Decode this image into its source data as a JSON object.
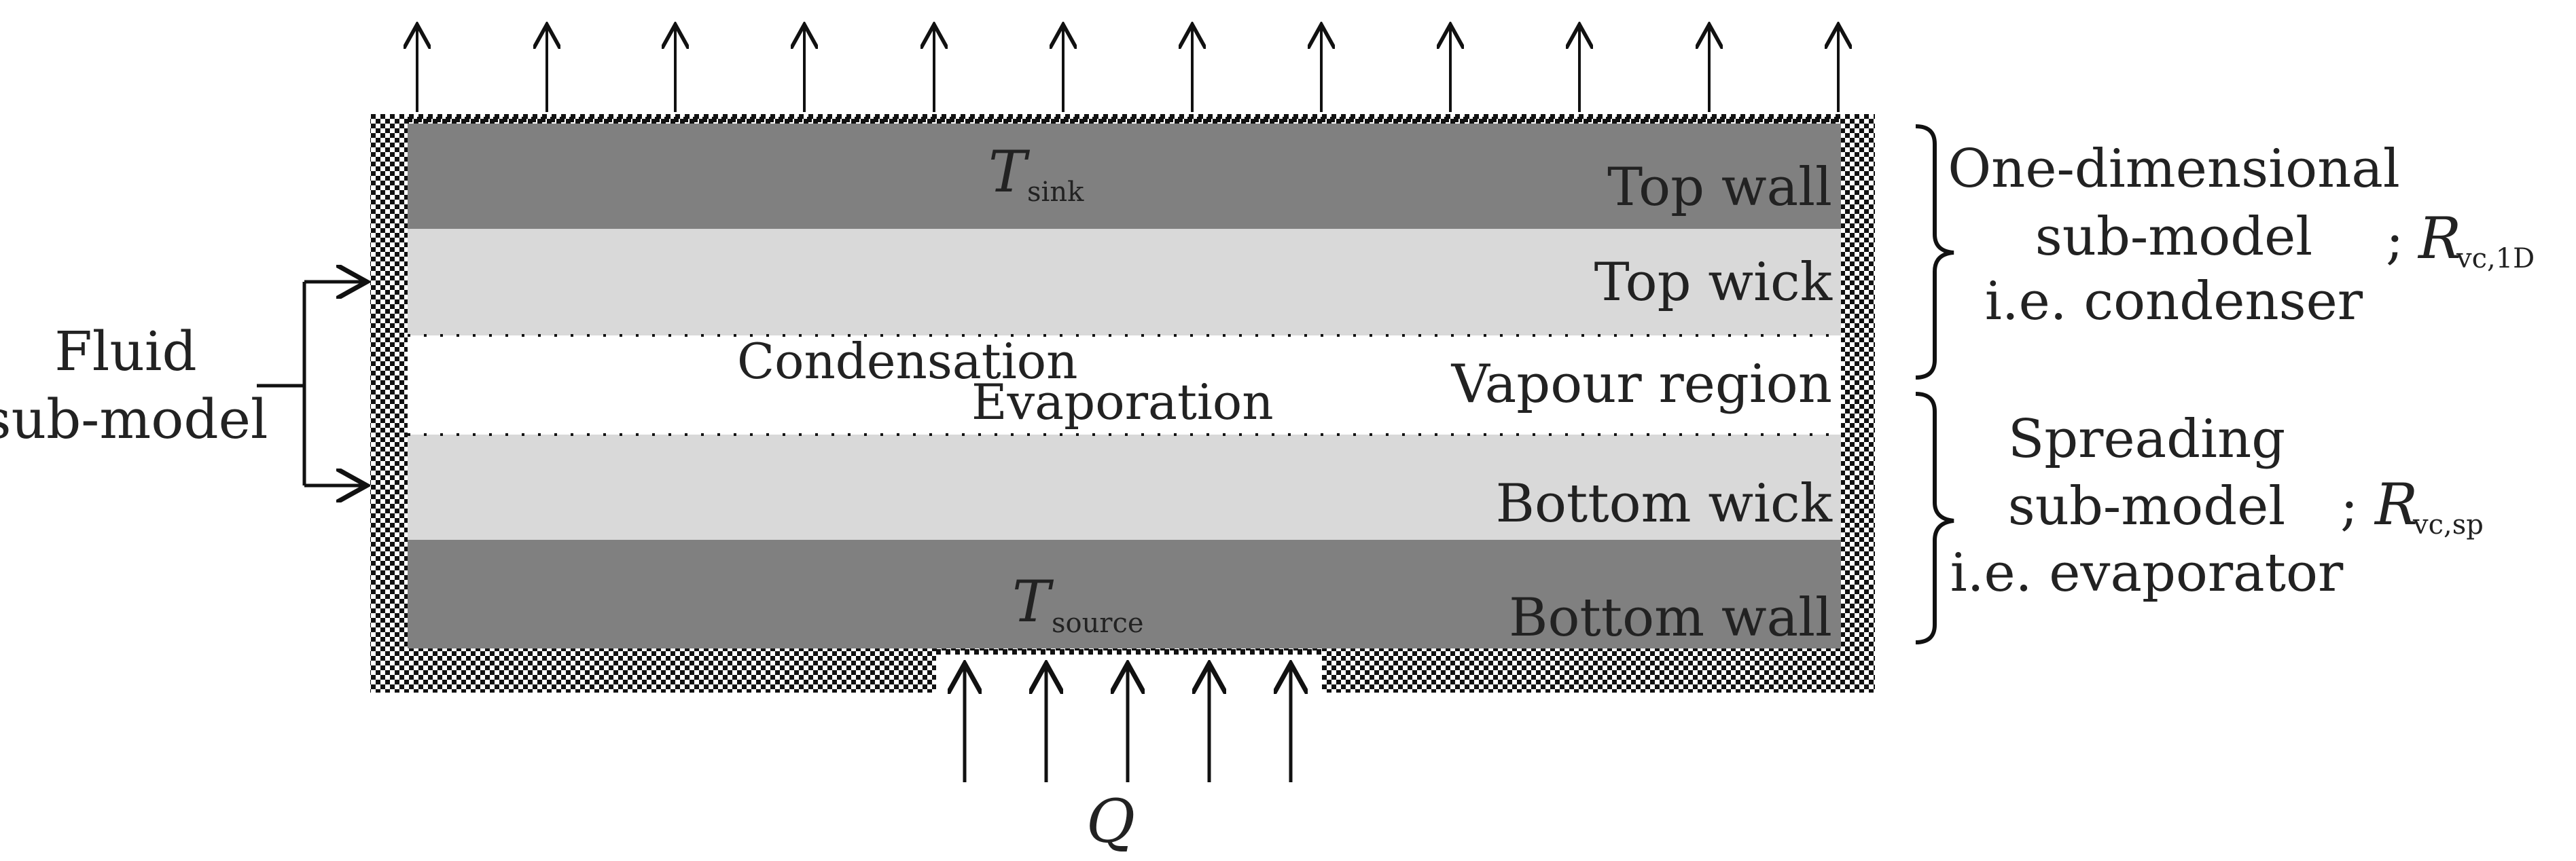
{
  "layers": {
    "top_wall": "Top wall",
    "top_wick": "Top wick",
    "vapour_region": "Vapour region",
    "bottom_wick": "Bottom wick",
    "bottom_wall": "Bottom wall"
  },
  "interfaces": {
    "condensation": "Condensation",
    "evaporation": "Evaporation"
  },
  "temperatures": {
    "sink": {
      "symbol": "T",
      "subscript": "sink"
    },
    "source": {
      "symbol": "T",
      "subscript": "source"
    }
  },
  "heat_input": {
    "symbol": "Q"
  },
  "fluid_model": {
    "line1": "Fluid",
    "line2": "sub-model"
  },
  "condenser_model": {
    "line1": "One-dimensional",
    "line2": "sub-model",
    "line3": "i.e. condenser",
    "resistance_prefix": ";",
    "resistance_symbol": "R",
    "resistance_subscript": "vc,1D"
  },
  "evaporator_model": {
    "line1": "Spreading",
    "line2": "sub-model",
    "line3": "i.e. evaporator",
    "resistance_prefix": ";",
    "resistance_symbol": "R",
    "resistance_subscript": "vc,sp"
  },
  "colors": {
    "wall": "#808080",
    "wick": "#d9d9d9",
    "vapour": "#ffffff",
    "outline": "#111111",
    "text": "#222222"
  }
}
